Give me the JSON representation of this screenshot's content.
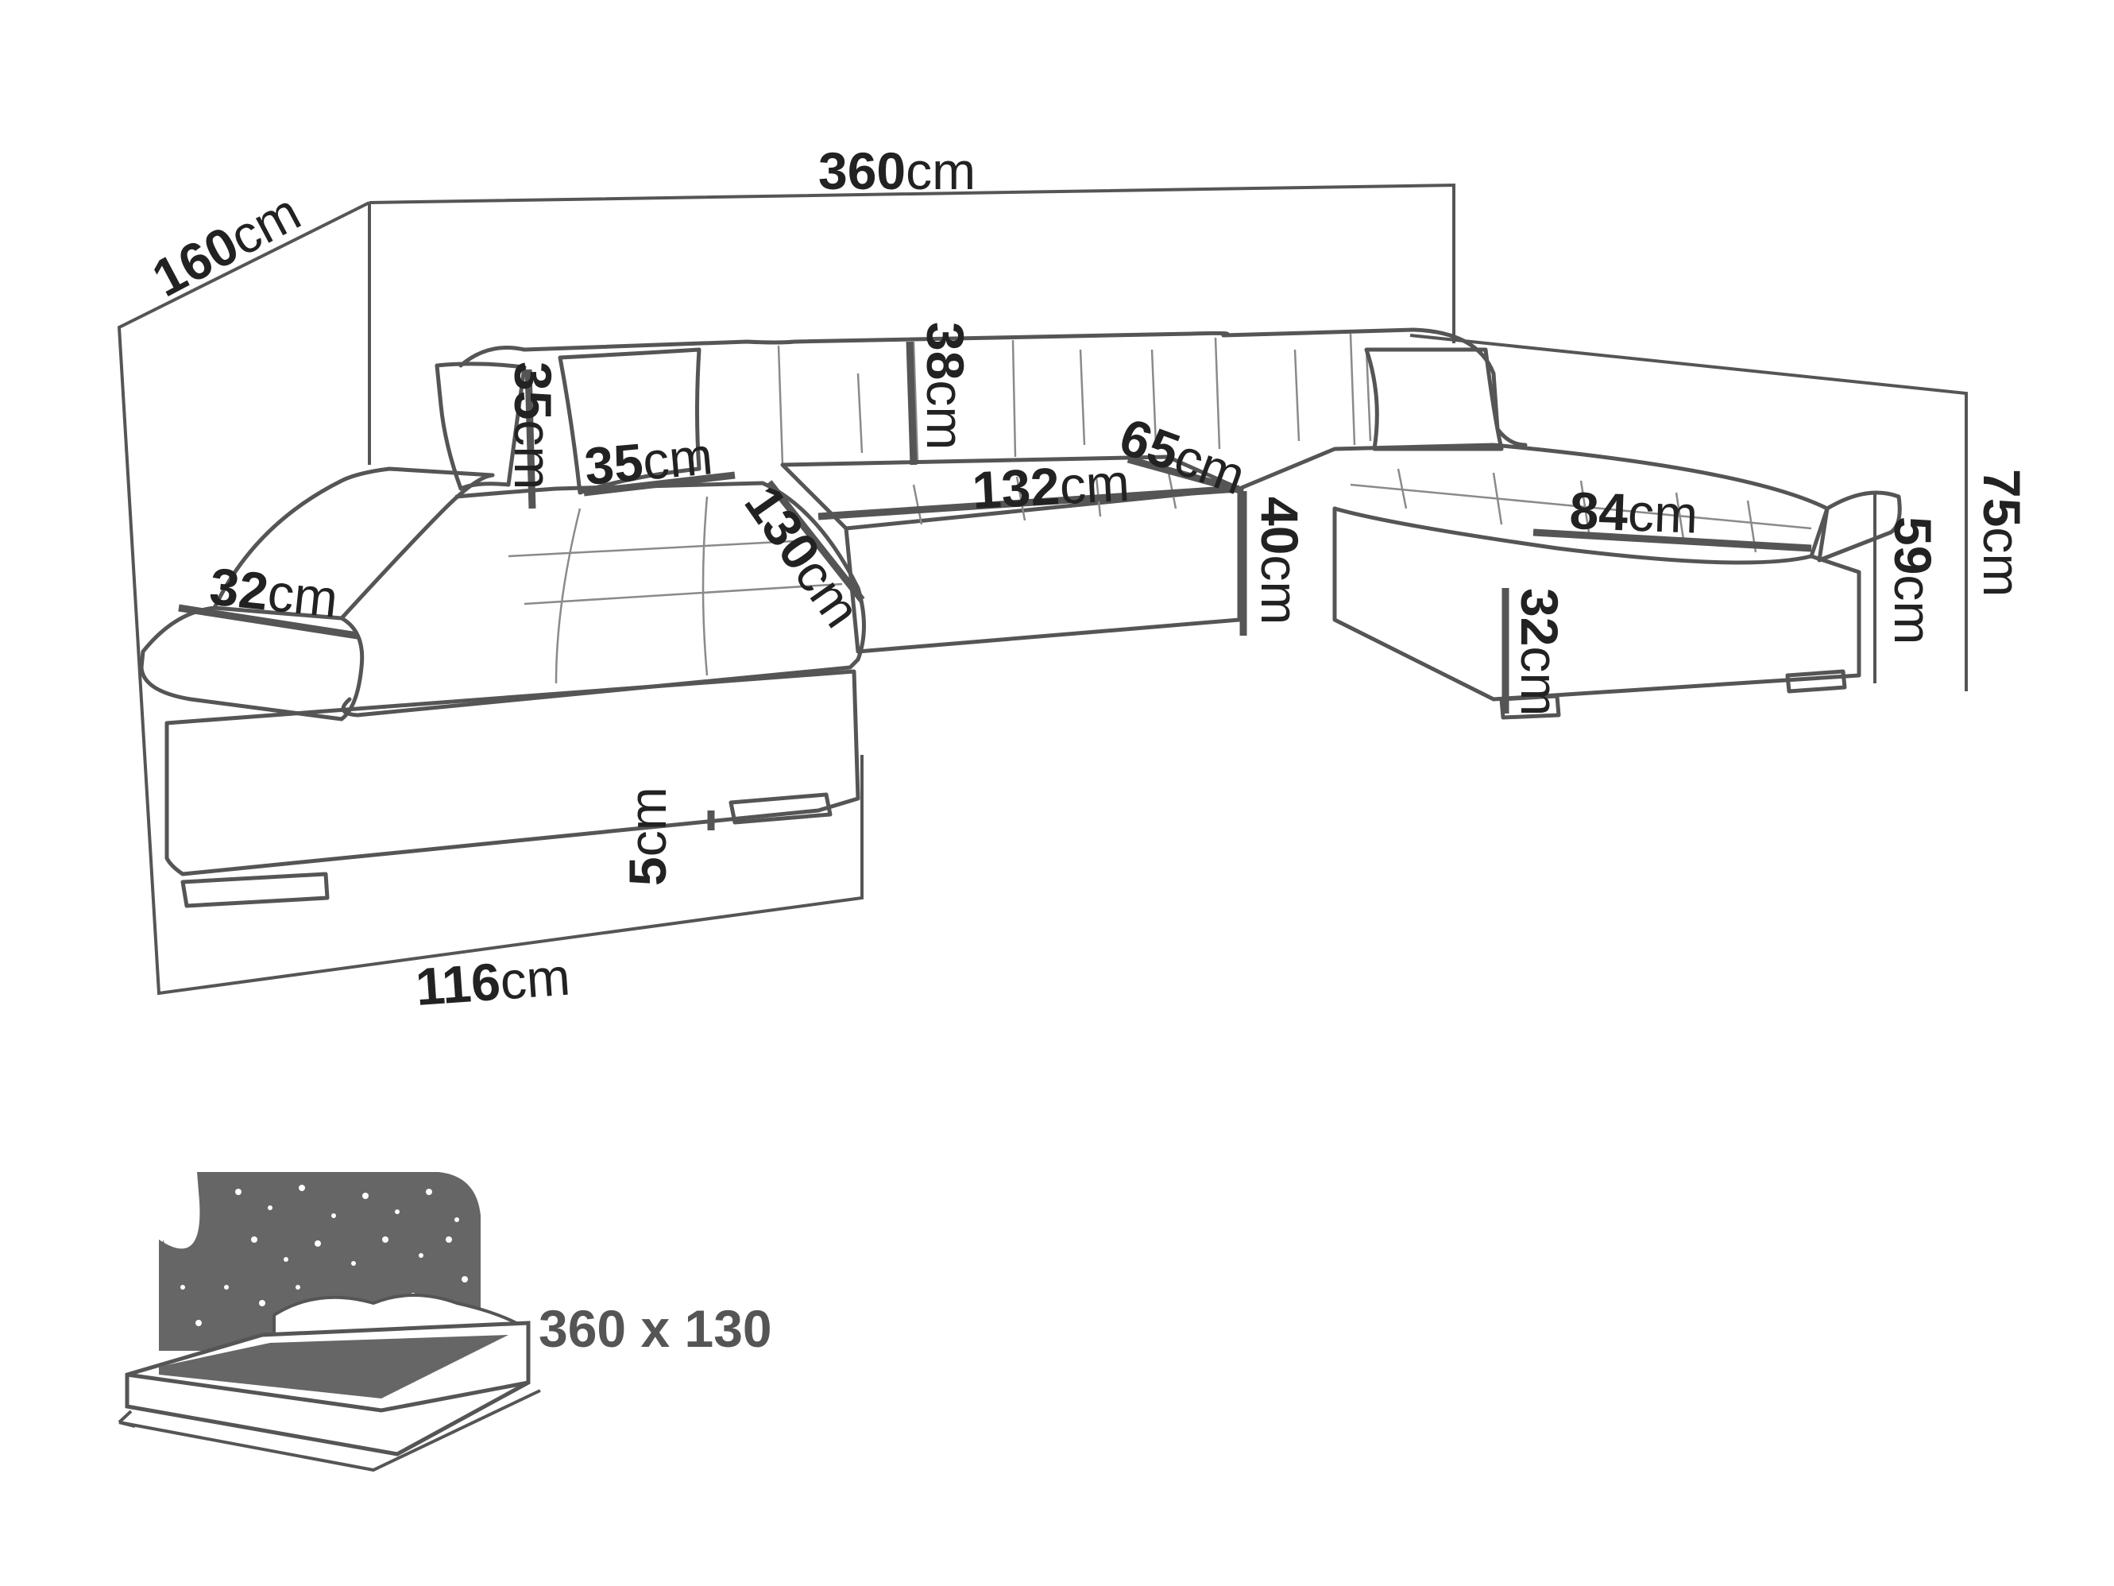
{
  "unit": "cm",
  "dimensions": {
    "overall_width": "360",
    "depth_left": "160",
    "seat_depth_left": "130",
    "front_width_left": "116",
    "armrest_width": "32",
    "pillow_height": "35",
    "pillow_width": "35",
    "backrest_height": "38",
    "center_seat_width": "132",
    "center_seat_depth": "65",
    "seat_height": "40",
    "right_seat_width": "84",
    "right_side_depth": "32",
    "right_seat_height": "59",
    "total_height": "75",
    "leg_height": "5"
  },
  "bed": {
    "size_label": "360 x 130",
    "icon": "bed-with-stars-icon"
  },
  "colors": {
    "line": "#555555",
    "text": "#222222",
    "bed_fill": "#666666"
  }
}
